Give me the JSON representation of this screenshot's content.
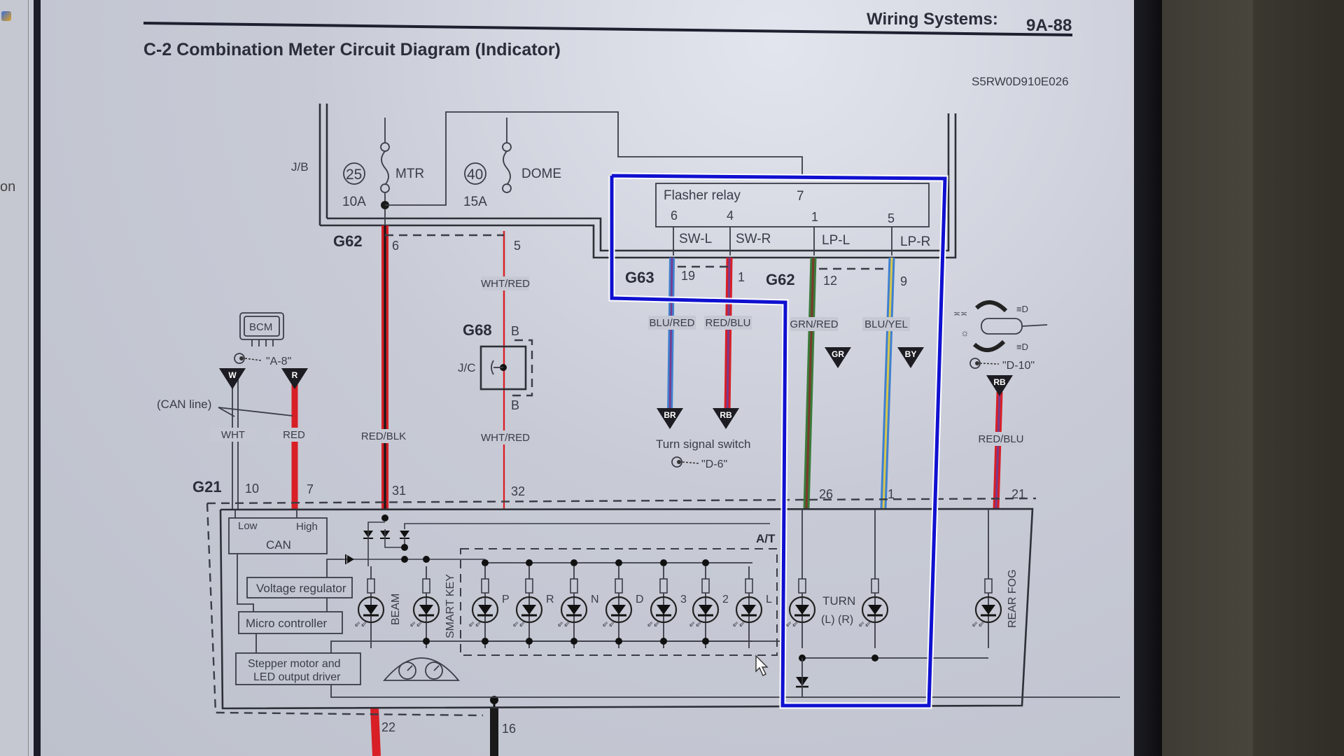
{
  "header": {
    "section": "Wiring Systems:",
    "page_number": "9A-88",
    "title": "C-2 Combination Meter Circuit Diagram (Indicator)",
    "figure_code": "S5RW0D910E026"
  },
  "side_panel": {
    "text_fragment": "on"
  },
  "junction_block": {
    "label": "J/B",
    "fuses": [
      {
        "number": "25",
        "rating": "10A",
        "name": "MTR"
      },
      {
        "number": "40",
        "rating": "15A",
        "name": "DOME"
      }
    ]
  },
  "flasher_relay": {
    "label": "Flasher relay",
    "top_pin": "7",
    "pins": [
      {
        "pin": "6",
        "name": "SW-L"
      },
      {
        "pin": "4",
        "name": "SW-R"
      },
      {
        "pin": "1",
        "name": "LP-L"
      },
      {
        "pin": "5",
        "name": "LP-R"
      }
    ]
  },
  "connectors": {
    "g62_left": {
      "name": "G62",
      "pins": [
        "6",
        "5"
      ]
    },
    "g63": {
      "name": "G63",
      "pins": [
        "19",
        "1"
      ]
    },
    "g62_right": {
      "name": "G62",
      "pins": [
        "12",
        "9"
      ]
    },
    "g68": {
      "name": "G68",
      "top": "B",
      "bottom": "B",
      "jc": "J/C"
    },
    "g21": {
      "name": "G21",
      "pins": [
        "10",
        "7",
        "31",
        "32",
        "26",
        "1",
        "21",
        "22",
        "16"
      ]
    }
  },
  "wires": {
    "wht": "WHT",
    "red": "RED",
    "red_blk": "RED/BLK",
    "wht_red_upper": "WHT/RED",
    "wht_red_lower": "WHT/RED",
    "blu_red": "BLU/RED",
    "red_blu": "RED/BLU",
    "grn_red": "GRN/RED",
    "blu_yel": "BLU/YEL",
    "red_blu_fog": "RED/BLU"
  },
  "wire_colors": {
    "red": "#d81f26",
    "black": "#1a1a1a",
    "blue": "#3f7fd0",
    "green": "#3a7a3a",
    "yellow": "#d8c850",
    "purple": "#7a3a8a",
    "highlight": "#1010d0"
  },
  "bcm": {
    "label": "BCM",
    "ref": "\"A-8\"",
    "can_line": "(CAN line)",
    "badges": [
      "W",
      "R"
    ]
  },
  "turn_signal_switch": {
    "label": "Turn signal switch",
    "ref": "\"D-6\"",
    "badges": [
      "BR",
      "RB"
    ]
  },
  "lighting_switch": {
    "ref": "\"D-10\"",
    "badge": "RB"
  },
  "lamp_badges": [
    "GR",
    "BY"
  ],
  "meter": {
    "can_low": "Low",
    "can_high": "High",
    "can": "CAN",
    "voltage_regulator": "Voltage regulator",
    "micro_controller": "Micro controller",
    "stepper_line1": "Stepper motor and",
    "stepper_line2": "LED output driver",
    "beam": "BEAM",
    "smart_key": "SMART KEY",
    "at": "A/T",
    "gear_leds": [
      "P",
      "R",
      "N",
      "D",
      "3",
      "2",
      "L"
    ],
    "turn": "TURN",
    "turn_lr": "(L) (R)",
    "rear_fog": "REAR FOG"
  }
}
